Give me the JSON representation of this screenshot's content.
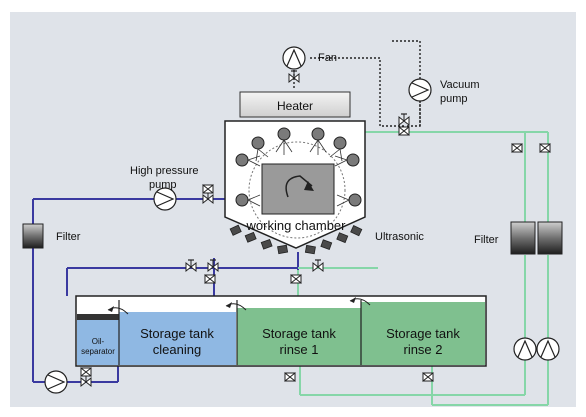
{
  "labels": {
    "fan": "Fan",
    "vacuum_pump_line1": "Vacuum",
    "vacuum_pump_line2": "pump",
    "heater": "Heater",
    "high_pressure_pump_line1": "High pressure",
    "high_pressure_pump_line2": "pump",
    "working_chamber": "working chamber",
    "ultrasonic": "Ultrasonic",
    "filter_left": "Filter",
    "filter_right": "Filter",
    "oil_separator_line1": "Oil-",
    "oil_separator_line2": "separator",
    "tank_cleaning_line1": "Storage tank",
    "tank_cleaning_line2": "cleaning",
    "tank_rinse1_line1": "Storage tank",
    "tank_rinse1_line2": "rinse 1",
    "tank_rinse2_line1": "Storage tank",
    "tank_rinse2_line2": "rinse 2"
  },
  "colors": {
    "background": "#dfe3e9",
    "frame": "#ffffff",
    "blue_line": "#3a3aa0",
    "green_line": "#86d6a8",
    "tank_blue": "#8fb8e3",
    "tank_green": "#7fc08f",
    "dark_gray": "#555555",
    "chamber_gray": "#9a9a9a"
  }
}
